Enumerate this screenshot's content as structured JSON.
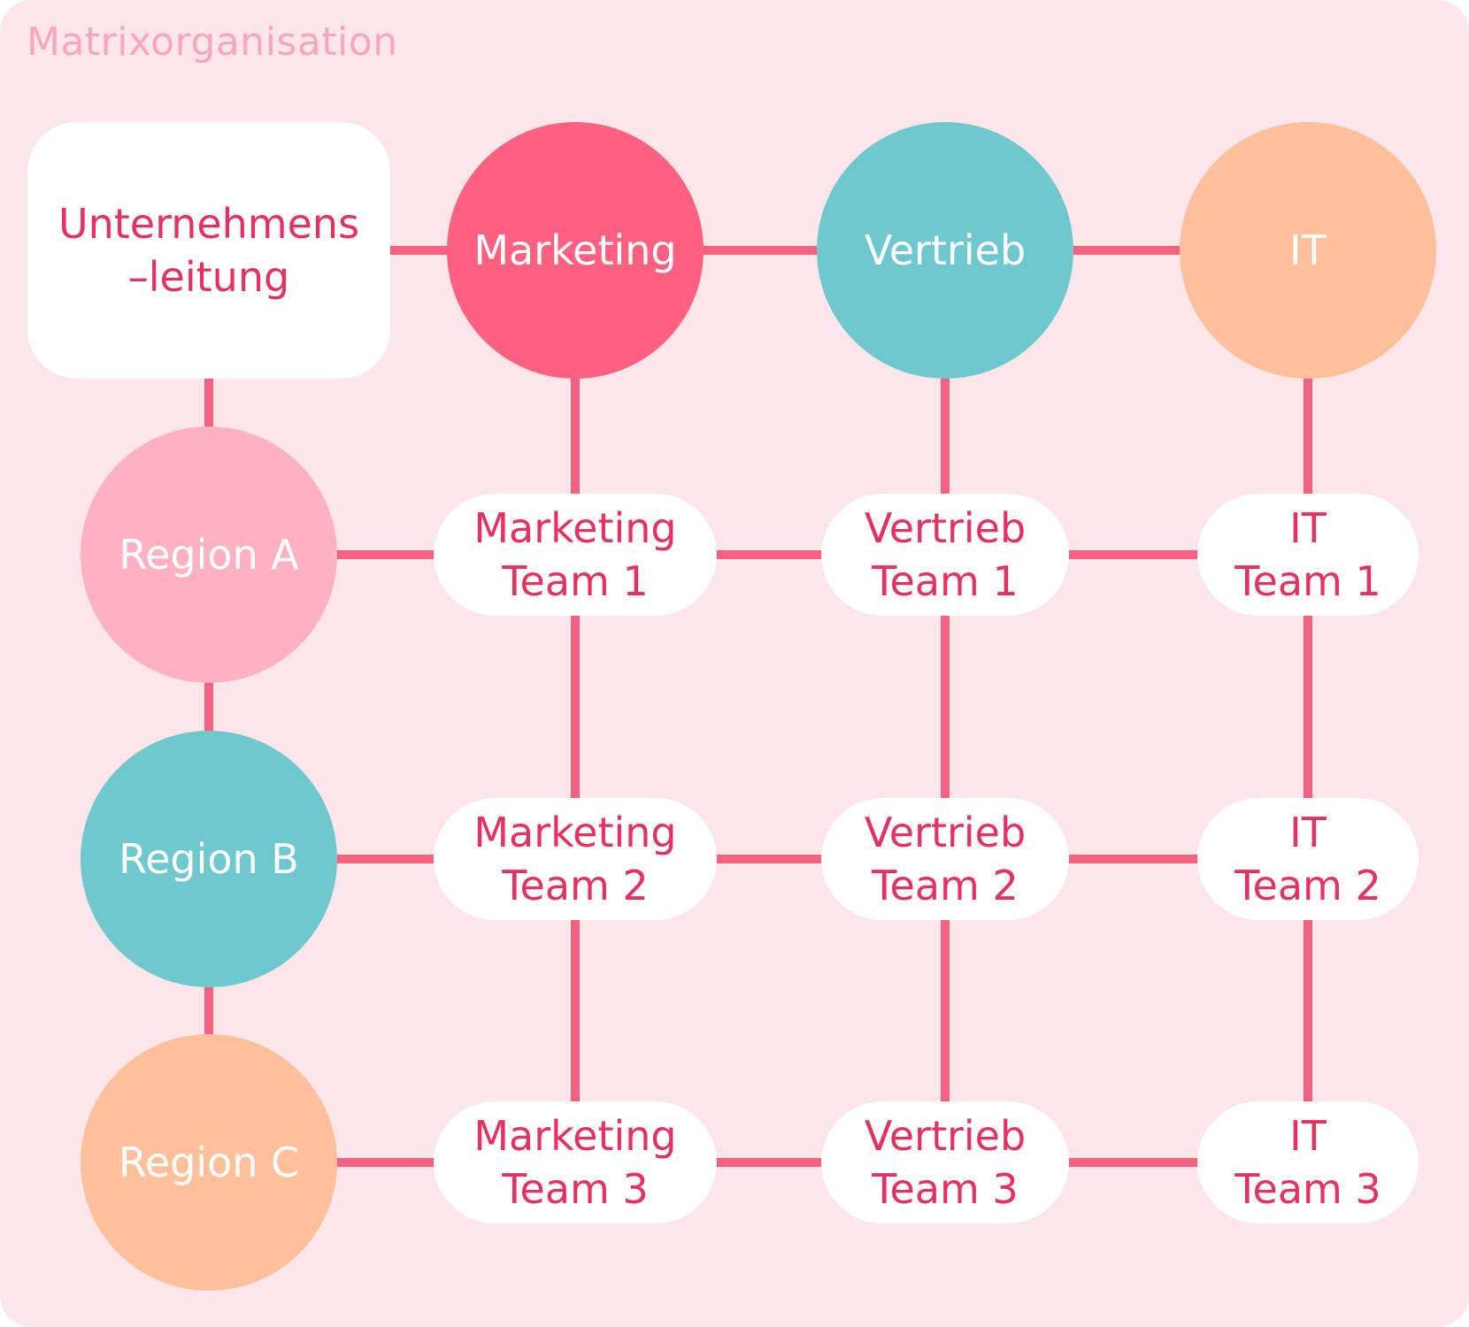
{
  "title": "Matrixorganisation",
  "colors": {
    "background": "#fde6ea",
    "title": "#f8a7bb",
    "connector": "#f4607f",
    "text_accent": "#e8305f",
    "marketing": "#fe6080",
    "vertrieb": "#6fc8ce",
    "it": "#fdc09a",
    "region_a": "#fdb1c1",
    "region_b": "#6fc8ce",
    "region_c": "#fdc09a"
  },
  "head": {
    "label": "Unternehmens\n–leitung"
  },
  "departments": [
    {
      "id": "marketing",
      "label": "Marketing",
      "color_key": "marketing"
    },
    {
      "id": "vertrieb",
      "label": "Vertrieb",
      "color_key": "vertrieb"
    },
    {
      "id": "it",
      "label": "IT",
      "color_key": "it"
    }
  ],
  "regions": [
    {
      "id": "region-a",
      "label": "Region A",
      "color_key": "region_a"
    },
    {
      "id": "region-b",
      "label": "Region B",
      "color_key": "region_b"
    },
    {
      "id": "region-c",
      "label": "Region C",
      "color_key": "region_c"
    }
  ],
  "teams": [
    [
      "Marketing\nTeam 1",
      "Vertrieb\nTeam 1",
      "IT\nTeam 1"
    ],
    [
      "Marketing\nTeam 2",
      "Vertrieb\nTeam 2",
      "IT\nTeam 2"
    ],
    [
      "Marketing\nTeam 3",
      "Vertrieb\nTeam 3",
      "IT\nTeam 3"
    ]
  ]
}
